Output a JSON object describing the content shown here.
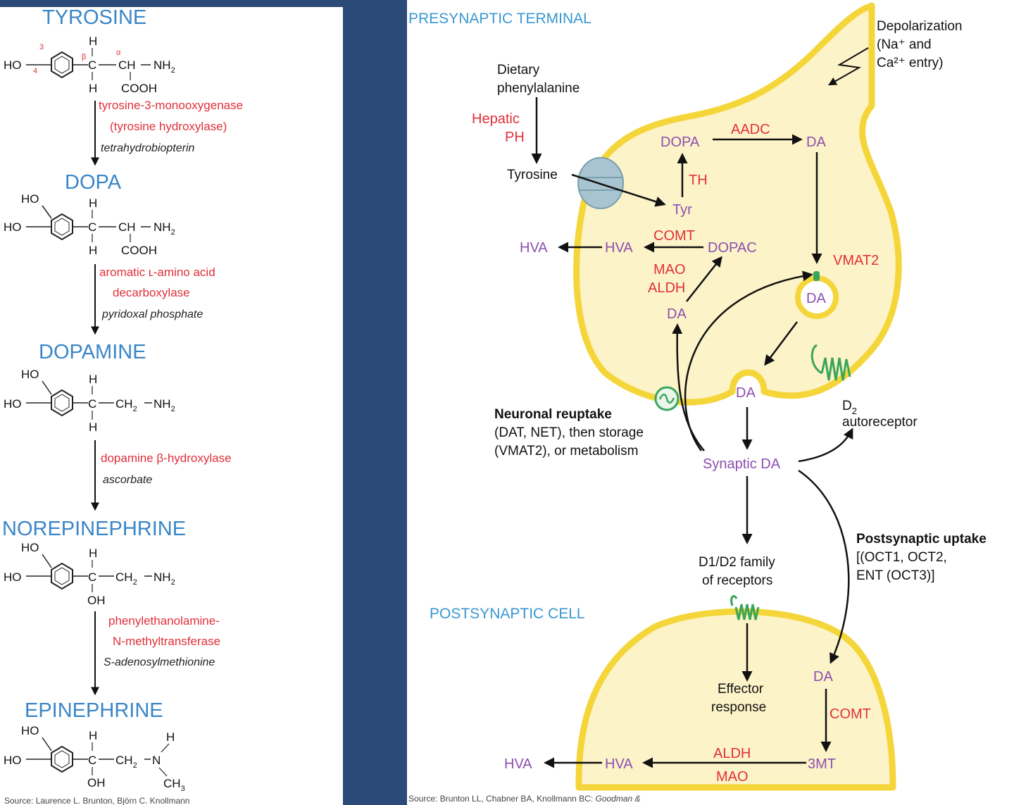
{
  "left": {
    "compounds": {
      "tyrosine": "TYROSINE",
      "dopa": "DOPA",
      "dopamine": "DOPAMINE",
      "norepinephrine": "NOREPINEPHRINE",
      "epinephrine": "EPINEPHRINE"
    },
    "atoms": {
      "h": "H",
      "ho": "HO",
      "c": "C",
      "ch": "CH",
      "nh2": "NH",
      "sub2": "2",
      "cooh": "COOH",
      "ch2": "CH",
      "oh": "OH",
      "n": "N",
      "ch3": "CH",
      "sub3": "3",
      "num3": "3",
      "num4": "4",
      "beta": "β",
      "alpha": "α"
    },
    "steps": {
      "s1_enzyme_1": "tyrosine-3-monooxygenase",
      "s1_enzyme_2": "(tyrosine hydroxylase)",
      "s1_cofactor": "tetrahydrobiopterin",
      "s2_enzyme_1": "aromatic ʟ-amino acid",
      "s2_enzyme_2": "decarboxylase",
      "s2_cofactor": "pyridoxal phosphate",
      "s3_enzyme_1": "dopamine β-hydroxylase",
      "s3_cofactor": "ascorbate",
      "s4_enzyme_1": "phenylethanolamine-",
      "s4_enzyme_2": "N-methyltransferase",
      "s4_cofactor": "S-adenosylmethionine"
    },
    "source_fragment": "Source: Laurence L. Brunton, Björn C. Knollmann"
  },
  "right": {
    "presynaptic_terminal": "PRESYNAPTIC TERMINAL",
    "postsynaptic_cell": "POSTSYNAPTIC CELL",
    "depolarization_1": "Depolarization",
    "depolarization_2": "(Na⁺ and",
    "depolarization_3": "Ca²⁺ entry)",
    "dietary_1": "Dietary",
    "dietary_2": "phenylalanine",
    "hepatic_1": "Hepatic",
    "hepatic_2": "PH",
    "tyrosine": "Tyrosine",
    "tyr": "Tyr",
    "th": "TH",
    "dopa": "DOPA",
    "aadc": "AADC",
    "da": "DA",
    "vmat2": "VMAT2",
    "comt": "COMT",
    "dopac": "DOPAC",
    "hva": "HVA",
    "mao": "MAO",
    "aldh": "ALDH",
    "reuptake_title": "Neuronal reuptake",
    "reuptake_2": "(DAT, NET), then storage",
    "reuptake_3": "(VMAT2), or metabolism",
    "synaptic_da": "Synaptic DA",
    "d2_label": "D",
    "d2_sub": "2",
    "autoreceptor": "autoreceptor",
    "postsyn_uptake_title": "Postsynaptic uptake",
    "postsyn_uptake_2": "[(OCT1, OCT2,",
    "postsyn_uptake_3": "ENT (OCT3)]",
    "receptors_1": "D1/D2 family",
    "receptors_2": "of receptors",
    "effector_1": "Effector",
    "effector_2": "response",
    "three_mt": "3MT",
    "source": "Source: Brunton LL, Chabner BA, Knollmann BC:",
    "source_italic": "Goodman &"
  },
  "colors": {
    "background": "#2b4a78",
    "compound_blue": "#3a86c8",
    "enzyme_red": "#e0303a",
    "metabolite_purple": "#8c4fb0",
    "membrane_yellow": "#f4d63a",
    "cytoplasm": "#fdf3c8",
    "receptor_green": "#3aa55a"
  }
}
